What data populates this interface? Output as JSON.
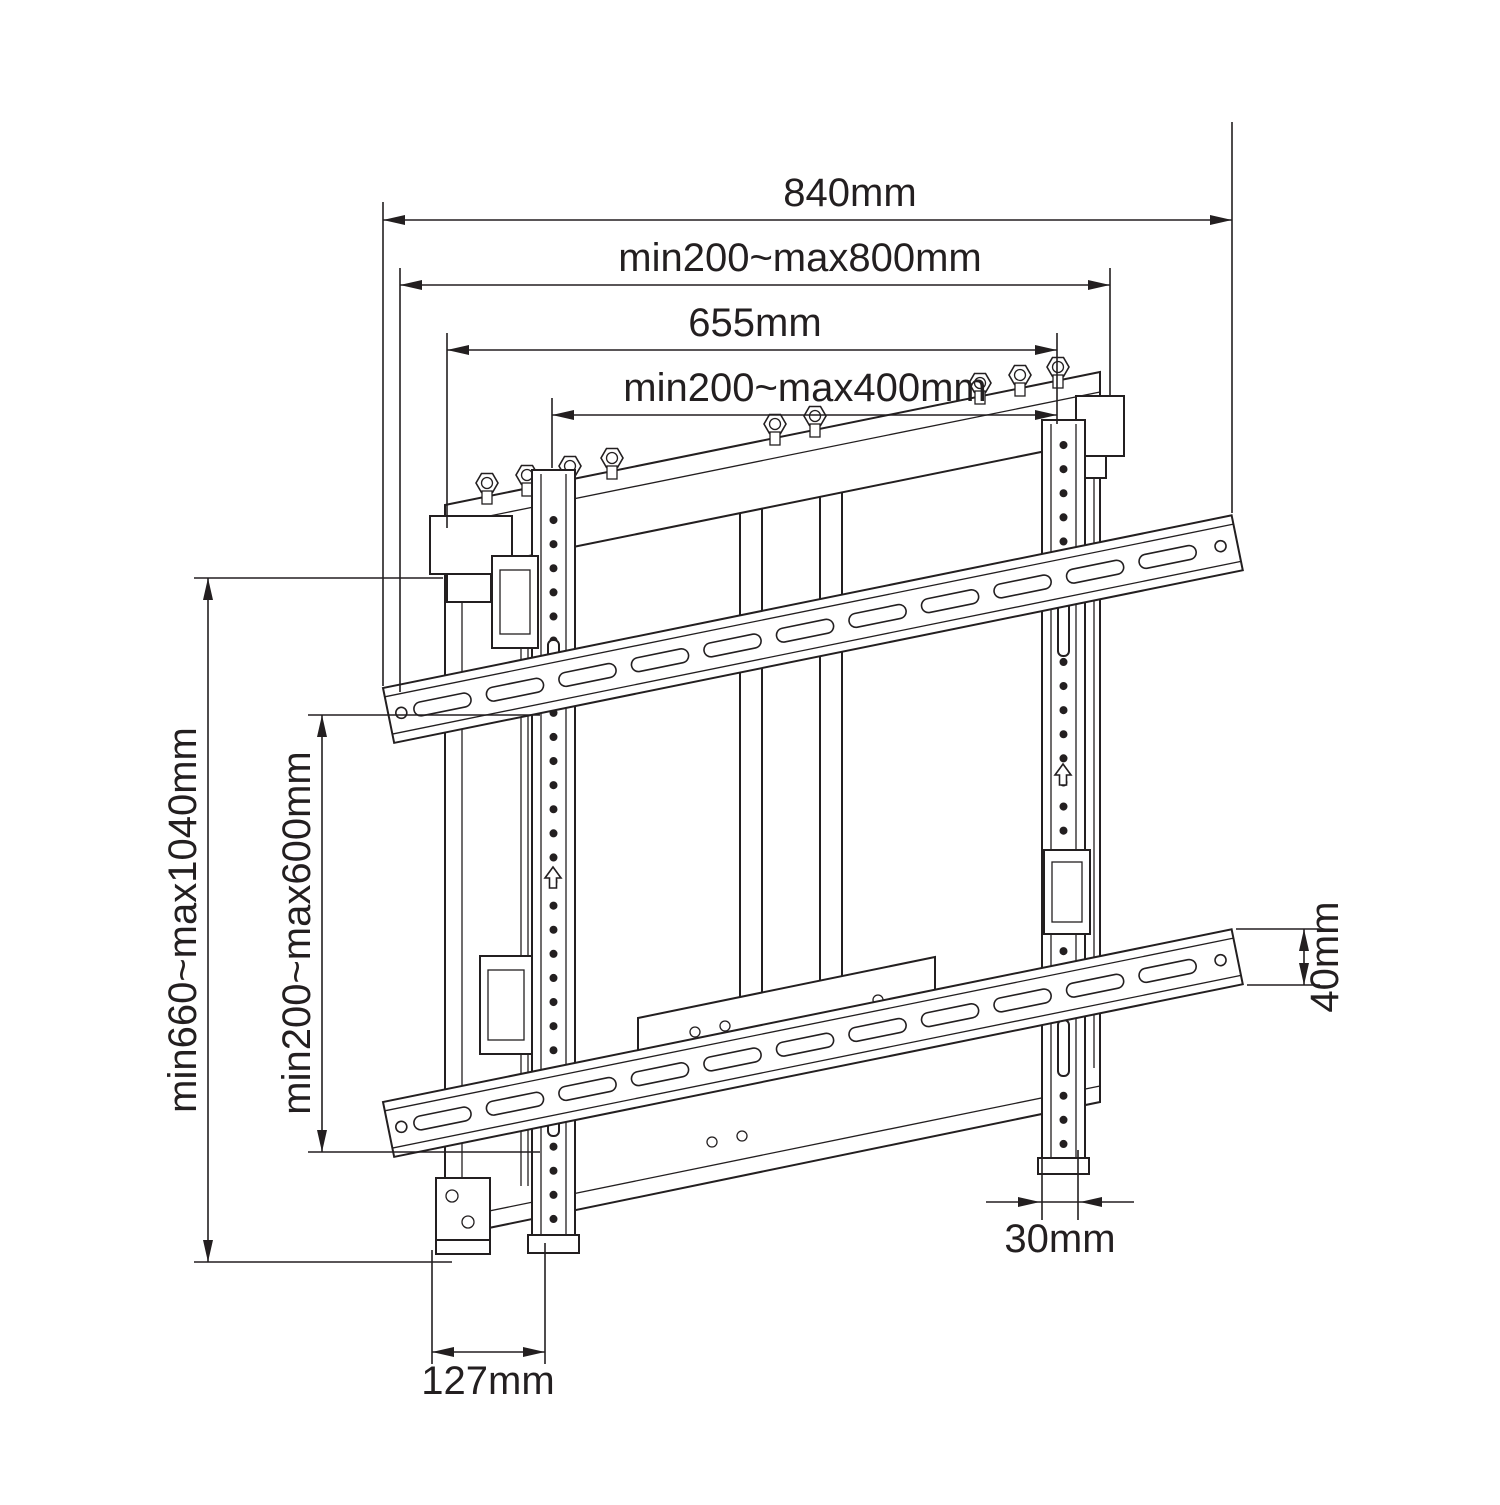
{
  "background_color": "#ffffff",
  "line_color": "#231f20",
  "dimensions": {
    "overall_width": "840mm",
    "wall_plate_width_range": "min200~max800mm",
    "inner_width": "655mm",
    "vesa_width_range": "min200~max400mm",
    "overall_height_range": "min660~max1040mm",
    "vesa_height_range": "min200~max600mm",
    "rail_height": "40mm",
    "bracket_width": "30mm",
    "side_depth": "127mm"
  }
}
